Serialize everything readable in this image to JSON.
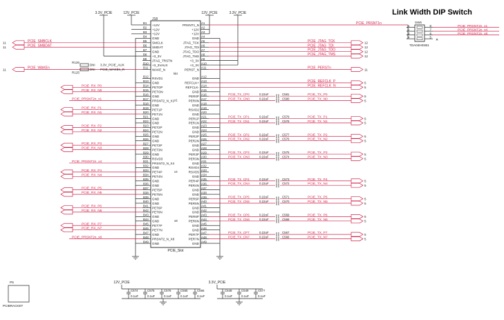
{
  "title": "Link Width DIP Switch",
  "connector": {
    "ref": "J18",
    "footer": "PCIE_Slot",
    "side_b": [
      "+12V",
      "+12V",
      "+12V",
      "GND",
      "SMCLK",
      "SMDAT",
      "GND",
      "+3_3V",
      "JTAG_TRSTN",
      "+3_3VAUX",
      "WAKE_N",
      "",
      "RSVD1",
      "GND",
      "PETOP",
      "PETON",
      "GND",
      "PRSNT2_N_X1",
      "GND",
      "PET1P",
      "PET1N",
      "GND",
      "GND",
      "PET2P",
      "PET2N",
      "GND",
      "GND",
      "PET3P",
      "PET3N",
      "GND",
      "RSVD3",
      "PRSNT2_N_X4",
      "GND",
      "PET4P",
      "PET4N",
      "GND",
      "GND",
      "PET5P",
      "PET5N",
      "GND",
      "GND",
      "PET6P",
      "PET6N",
      "GND",
      "GND",
      "PET7P",
      "PET7N",
      "GND",
      "PRSNT2_N_X8",
      "GND"
    ],
    "side_a": [
      "PRSNT1_N",
      "+12V",
      "+12V",
      "GND",
      "JTAG_TCK",
      "JTAG_TDI",
      "JTAG_TDO",
      "JTAG_TMS",
      "+3_3V",
      "+3_3V",
      "PERST_N",
      "",
      "GND",
      "REFCLK+",
      "REFCLK-",
      "GND",
      "PER0P",
      "PER0N",
      "GND",
      "RSVD2",
      "GND",
      "PER1P",
      "PER1N",
      "GND",
      "GND",
      "PER2P",
      "PER2N",
      "GND",
      "GND",
      "PER3P",
      "PER3N",
      "GND",
      "RSVD4",
      "RSVD5",
      "GND",
      "PER4P",
      "PER4N",
      "GND",
      "GND",
      "PER5P",
      "PER5N",
      "GND",
      "GND",
      "PER6P",
      "PER6N",
      "GND",
      "GND",
      "PER7P",
      "PER7N",
      "GND"
    ],
    "pins_b": [
      "B1",
      "B2",
      "B3",
      "B4",
      "B5",
      "B6",
      "B7",
      "B8",
      "B9",
      "B10",
      "B11",
      "",
      "B12",
      "B13",
      "B14",
      "B15",
      "B16",
      "B17",
      "B18",
      "B19",
      "B20",
      "B21",
      "B22",
      "B23",
      "B24",
      "B25",
      "B26",
      "B27",
      "B28",
      "B29",
      "B30",
      "B31",
      "B32",
      "B33",
      "B34",
      "B35",
      "B36",
      "B37",
      "B38",
      "B39",
      "B40",
      "B41",
      "B42",
      "B43",
      "B44",
      "B45",
      "B46",
      "B47",
      "B48",
      "B49"
    ],
    "pins_a": [
      "A1",
      "A2",
      "A3",
      "A4",
      "A5",
      "A6",
      "A7",
      "A8",
      "A9",
      "A10",
      "A11",
      "",
      "A12",
      "A13",
      "A14",
      "A15",
      "A16",
      "A17",
      "A18",
      "A19",
      "A20",
      "A21",
      "A22",
      "A23",
      "A24",
      "A25",
      "A26",
      "A27",
      "A28",
      "A29",
      "A30",
      "A31",
      "A32",
      "A33",
      "A34",
      "A35",
      "A36",
      "A37",
      "A38",
      "A39",
      "A40",
      "A41",
      "A42",
      "A43",
      "A44",
      "A45",
      "A46",
      "A47",
      "A48",
      "A49"
    ]
  },
  "power_labels": [
    "3.3V_PCIE",
    "12V_PCIE",
    "12V_PCIE",
    "3.3V_PCIE"
  ],
  "left_nets": [
    {
      "ref": "11",
      "text": "PCIE_SMBCLK",
      "row": 4
    },
    {
      "ref": "11",
      "text": "PCIE_SMBDAT",
      "row": 5
    },
    {
      "ref": "11",
      "text": "PCIE_WAKEn",
      "row": 10
    }
  ],
  "resistors": [
    "R126",
    "R125",
    "DNI",
    "DNI",
    "3.3V_PCIE_AUX",
    "PCIE_WAKEn_R"
  ],
  "right_nets": [
    {
      "text": "PCIE_JTAG_TCK",
      "ref": "12",
      "row": 4
    },
    {
      "text": "PCIE_JTAG_TDI",
      "ref": "12",
      "row": 5
    },
    {
      "text": "PCIE_JTAG_TDO",
      "ref": "12",
      "row": 6
    },
    {
      "text": "PCIE_JTAG_TMS",
      "ref": "12",
      "row": 7
    },
    {
      "text": "PCIE_PERSTn",
      "ref": "11",
      "row": 10
    }
  ],
  "prsnt1": "PCIE_PRSNT1n",
  "refclk": [
    {
      "text": "PCIE_REFCLK_P",
      "ref": "5"
    },
    {
      "text": "PCIE_REFCLK_N",
      "ref": "5"
    }
  ],
  "tx_lanes": [
    {
      "row": 16,
      "net": "PCIE_TX_CP0",
      "cap": "0.22uF",
      "cref": "C581",
      "out": "PCIE_TX_P0",
      "ref": "5"
    },
    {
      "row": 17,
      "net": "PCIE_TX_CN0",
      "cap": "0.22uF",
      "cref": "C580",
      "out": "PCIE_TX_N0",
      "ref": "5"
    },
    {
      "row": 21,
      "net": "PCIE_TX_CP1",
      "cap": "0.22uF",
      "cref": "C579",
      "out": "PCIE_TX_P1",
      "ref": "5"
    },
    {
      "row": 22,
      "net": "PCIE_TX_CN1",
      "cap": "0.22uF",
      "cref": "C578",
      "out": "PCIE_TX_N1",
      "ref": "5"
    },
    {
      "row": 25,
      "net": "PCIE_TX_CP2",
      "cap": "0.22uF",
      "cref": "C577",
      "out": "PCIE_TX_P2",
      "ref": "5"
    },
    {
      "row": 26,
      "net": "PCIE_TX_CN2",
      "cap": "0.22uF",
      "cref": "C576",
      "out": "PCIE_TX_N2",
      "ref": "5"
    },
    {
      "row": 29,
      "net": "PCIE_TX_CP3",
      "cap": "0.22uF",
      "cref": "C575",
      "out": "PCIE_TX_P3",
      "ref": "5"
    },
    {
      "row": 30,
      "net": "PCIE_TX_CN3",
      "cap": "0.22uF",
      "cref": "C574",
      "out": "PCIE_TX_N3",
      "ref": "5"
    },
    {
      "row": 35,
      "net": "PCIE_TX_CP4",
      "cap": "0.22uF",
      "cref": "C573",
      "out": "PCIE_TX_P4",
      "ref": "5"
    },
    {
      "row": 36,
      "net": "PCIE_TX_CN4",
      "cap": "0.22uF",
      "cref": "C572",
      "out": "PCIE_TX_N4",
      "ref": "5"
    },
    {
      "row": 39,
      "net": "PCIE_TX_CP5",
      "cap": "0.22uF",
      "cref": "C571",
      "out": "PCIE_TX_P5",
      "ref": "5"
    },
    {
      "row": 40,
      "net": "PCIE_TX_CN5",
      "cap": "0.22uF",
      "cref": "C570",
      "out": "PCIE_TX_N5",
      "ref": "5"
    },
    {
      "row": 43,
      "net": "PCIE_TX_CP6",
      "cap": "0.22uF",
      "cref": "C569",
      "out": "PCIE_TX_P6",
      "ref": "5"
    },
    {
      "row": 44,
      "net": "PCIE_TX_CN6",
      "cap": "0.22uF",
      "cref": "C568",
      "out": "PCIE_TX_N6",
      "ref": "5"
    },
    {
      "row": 47,
      "net": "PCIE_TX_CP7",
      "cap": "0.22uF",
      "cref": "C567",
      "out": "PCIE_TX_P7",
      "ref": "5"
    },
    {
      "row": 48,
      "net": "PCIE_TX_CN7",
      "cap": "0.22uF",
      "cref": "C566",
      "out": "PCIE_TX_N7",
      "ref": "5"
    }
  ],
  "rx_lanes": [
    {
      "row": 14,
      "net": "PCIE_RX_P0"
    },
    {
      "row": 15,
      "net": "PCIE_RX_N0"
    },
    {
      "row": 19,
      "net": "PCIE_RX_P1"
    },
    {
      "row": 20,
      "net": "PCIE_RX_N1"
    },
    {
      "row": 23,
      "net": "PCIE_RX_P2"
    },
    {
      "row": 24,
      "net": "PCIE_RX_N2"
    },
    {
      "row": 27,
      "net": "PCIE_RX_P3"
    },
    {
      "row": 28,
      "net": "PCIE_RX_N3"
    },
    {
      "row": 33,
      "net": "PCIE_RX_P4"
    },
    {
      "row": 34,
      "net": "PCIE_RX_N4"
    },
    {
      "row": 37,
      "net": "PCIE_RX_P5"
    },
    {
      "row": 38,
      "net": "PCIE_RX_N5"
    },
    {
      "row": 41,
      "net": "PCIE_RX_P6"
    },
    {
      "row": 42,
      "net": "PCIE_RX_N6"
    },
    {
      "row": 45,
      "net": "PCIE_RX_P7"
    },
    {
      "row": 46,
      "net": "PCIE_RX_N7"
    }
  ],
  "prsnt2": [
    {
      "row": 17,
      "text": "PCIE_PRSNT2n_x1"
    },
    {
      "row": 31,
      "text": "PCIE_PRSNT2n_x4"
    },
    {
      "row": 48,
      "text": "PCIE_PRSNT2n_x8"
    }
  ],
  "dip": {
    "ref": "SW6",
    "part": "TDA04H0SB1",
    "pins_left": [
      "1",
      "2",
      "3",
      "4"
    ],
    "pins_right": [
      "8",
      "7",
      "6",
      "5"
    ],
    "nets": [
      "PCIE_PRSNT2n_x1",
      "PCIE_PRSNT2n_x4",
      "PCIE_PRSNT2n_x8"
    ]
  },
  "caps_12v": {
    "label": "12V_PCIE",
    "refs": [
      "C574",
      "C575",
      "C576",
      "C565",
      "C566"
    ],
    "value": "0.1uF"
  },
  "caps_33v": {
    "label": "3.3V_PCIE",
    "refs": [
      "C548",
      "C549",
      "C577"
    ],
    "value": "0.1uF"
  },
  "bracket": {
    "ref": "P5",
    "part": "PCIBRACKET"
  },
  "group_marks": [
    "x1",
    "x4",
    "x8",
    "kkt"
  ]
}
